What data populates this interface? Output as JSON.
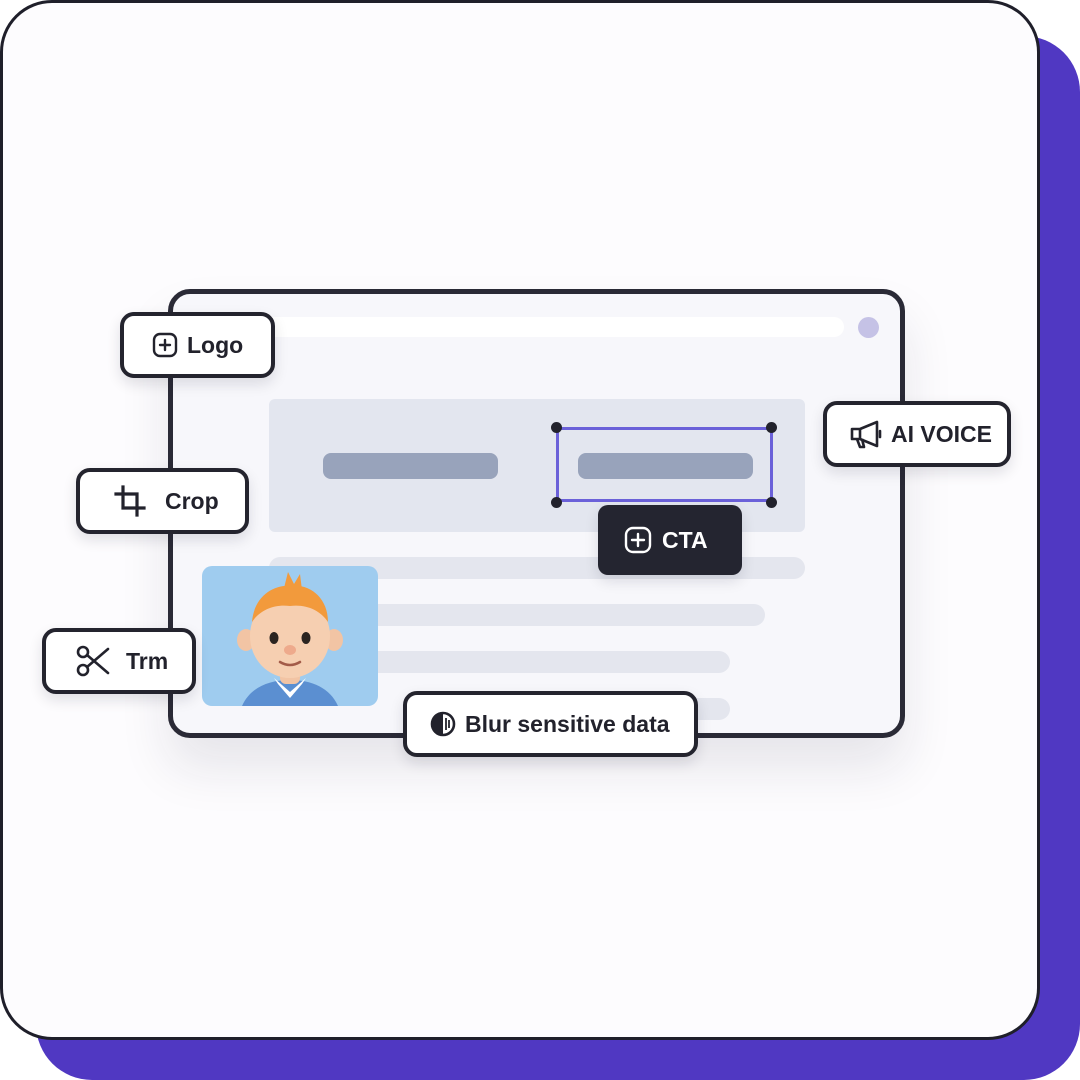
{
  "tags": {
    "logo": "Logo",
    "crop": "Crop",
    "trim": "Trm",
    "ai_voice": "AI VOICE",
    "cta": "CTA",
    "blur": "Blur sensitive data"
  },
  "icons": {
    "logo": "plus-square-icon",
    "crop": "crop-icon",
    "trim": "scissors-icon",
    "ai_voice": "megaphone-icon",
    "cta": "plus-square-icon",
    "blur": "half-circle-icon"
  },
  "colors": {
    "accent": "#5038c2",
    "selection": "#6b61d9",
    "outline": "#24242e",
    "placeholder_pill": "#98a3bb"
  }
}
